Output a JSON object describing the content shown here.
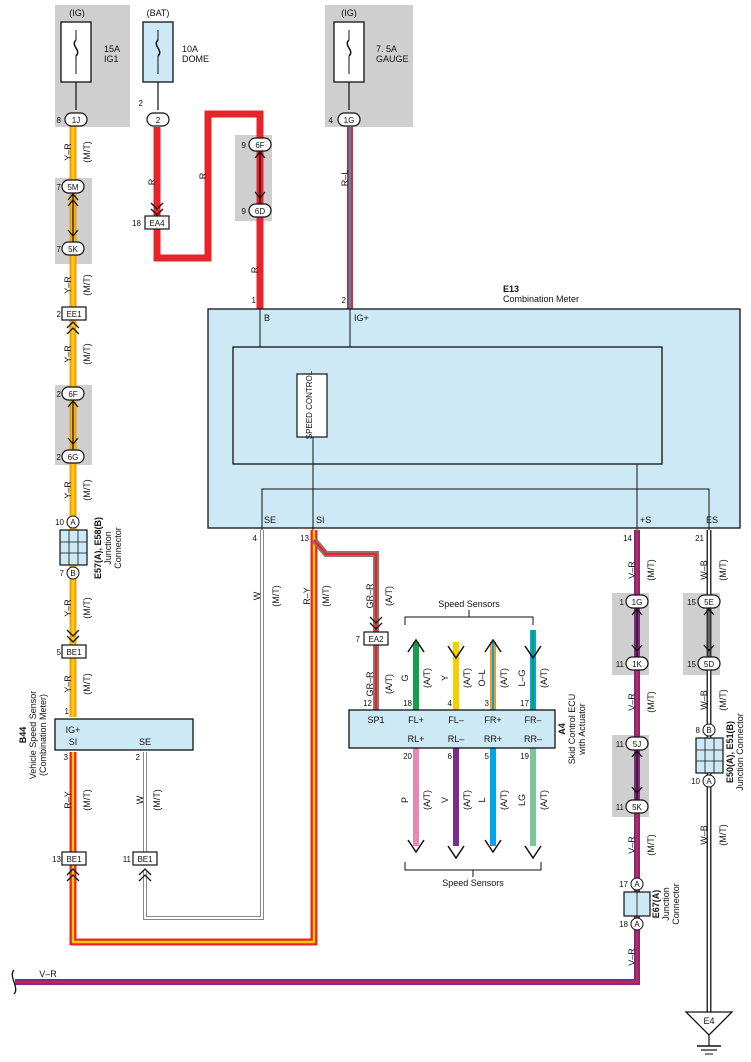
{
  "fuses": {
    "ig1": {
      "source": "(IG)",
      "rating": "15A",
      "name": "IG1",
      "pin": "8",
      "terminal": "1J"
    },
    "dome": {
      "source": "(BAT)",
      "rating": "10A",
      "name": "DOME",
      "pin": "2",
      "terminal": "2"
    },
    "gauge": {
      "source": "(IG)",
      "rating": "7. 5A",
      "name": "GAUGE",
      "pin": "4",
      "terminal": "1G"
    }
  },
  "left_chain": {
    "w1": {
      "color": "Y–R",
      "note": "(M/T)"
    },
    "c5m": {
      "pin": "7",
      "term": "5M"
    },
    "c5k": {
      "pin": "7",
      "term": "5K"
    },
    "w2": {
      "color": "Y–R",
      "note": "(M/T)"
    },
    "ee1": {
      "pin": "2",
      "term": "EE1"
    },
    "w3": {
      "color": "Y–R",
      "note": "(M/T)"
    },
    "c6f": {
      "pin": "2",
      "term": "6F"
    },
    "c6g": {
      "pin": "2",
      "term": "6G"
    },
    "w4": {
      "color": "Y–R",
      "note": "(M/T)"
    },
    "jc": {
      "pin_a": "10",
      "a": "A",
      "pin_b": "7",
      "b": "B",
      "id": "E57(A), E58(B)",
      "name1": "Junction",
      "name2": "Connector"
    },
    "w5": {
      "color": "Y–R",
      "note": "(M/T)"
    },
    "be1": {
      "pin": "5",
      "term": "BE1"
    },
    "w6": {
      "color": "Y–R",
      "note": "(M/T)"
    },
    "pin1": "1"
  },
  "dome_chain": {
    "w1": {
      "color": "R"
    },
    "ea4": {
      "pin": "18",
      "term": "EA4"
    },
    "w2": {
      "color": "R"
    },
    "c6f": {
      "pin": "9",
      "term": "6F"
    },
    "c6d": {
      "pin": "9",
      "term": "6D"
    },
    "w3": {
      "color": "R"
    }
  },
  "gauge_wire": {
    "color": "R–L"
  },
  "meter": {
    "id": "E13",
    "name": "Combination Meter",
    "pin_b": "1",
    "b": "B",
    "pin_ig": "2",
    "ig": "IG+",
    "speed_control": "SPEED CONTROL",
    "se": "SE",
    "si": "SI",
    "ps": "+S",
    "es": "ES",
    "pin_se": "4",
    "pin_si": "13",
    "pin_ps": "14",
    "pin_es": "21"
  },
  "meter_wires": {
    "se": {
      "color": "W",
      "note": "(M/T)"
    },
    "si": {
      "color": "R–Y",
      "note": "(M/T)"
    },
    "gr": {
      "color": "GR–R",
      "note": "(A/T)"
    }
  },
  "ea2": {
    "pin": "7",
    "term": "EA2"
  },
  "vss": {
    "id": "B44",
    "name1": "Vehicle Speed Sensor",
    "name2": "(Combination Meter)",
    "ig": "IG+",
    "si": "SI",
    "se": "SE",
    "pin_si": "3",
    "pin_se": "2"
  },
  "vss_wires": {
    "si": {
      "color": "R–Y",
      "note": "(M/T)"
    },
    "se": {
      "color": "W",
      "note": "(M/T)"
    }
  },
  "vss_conn": {
    "a": {
      "pin": "13",
      "term": "BE1"
    },
    "b": {
      "pin": "11",
      "term": "BE1"
    }
  },
  "ecu": {
    "id": "A4",
    "name1": "Skid Control ECU",
    "name2": "with Actuator",
    "top_pins": [
      {
        "term": "SP1",
        "pin": "12",
        "color": "GR–R",
        "note": "(A/T)"
      },
      {
        "term": "FL+",
        "pin": "18",
        "color": "G",
        "note": "(A/T)"
      },
      {
        "term": "FL–",
        "pin": "4",
        "color": "Y",
        "note": "(A/T)"
      },
      {
        "term": "FR+",
        "pin": "3",
        "color": "O–L",
        "note": "(A/T)"
      },
      {
        "term": "FR–",
        "pin": "17",
        "color": "L–G",
        "note": "(A/T)"
      }
    ],
    "bottom_pins": [
      {
        "term": "RL+",
        "pin": "20",
        "color": "P",
        "note": "(A/T)"
      },
      {
        "term": "RL–",
        "pin": "6",
        "color": "V",
        "note": "(A/T)"
      },
      {
        "term": "RR+",
        "pin": "5",
        "color": "L",
        "note": "(A/T)"
      },
      {
        "term": "RR–",
        "pin": "19",
        "color": "LG",
        "note": "(A/T)"
      }
    ],
    "speed_top": "Speed Sensors",
    "speed_bottom": "Speed Sensors"
  },
  "right_chain": {
    "w1": {
      "color": "V–R",
      "note": "(M/T)"
    },
    "c1g": {
      "pin": "1",
      "term": "1G"
    },
    "c1k": {
      "pin": "11",
      "term": "1K"
    },
    "w2": {
      "color": "V–R",
      "note": "(M/T)"
    },
    "c5j": {
      "pin": "11",
      "term": "5J"
    },
    "c5k": {
      "pin": "11",
      "term": "5K"
    },
    "w3": {
      "color": "V–R",
      "note": "(M/T)"
    },
    "jc": {
      "pin_a": "17",
      "a": "A",
      "pin_b": "18",
      "b": "A",
      "id": "E67(A)",
      "name1": "Junction",
      "name2": "Connector"
    },
    "w4": {
      "color": "V–R"
    }
  },
  "es_chain": {
    "w1": {
      "color": "W–B",
      "note": "(M/T)"
    },
    "c5e": {
      "pin": "15",
      "term": "5E"
    },
    "c5d": {
      "pin": "15",
      "term": "5D"
    },
    "w2": {
      "color": "W–B",
      "note": "(M/T)"
    },
    "jc": {
      "pin_b": "8",
      "b": "B",
      "pin_a": "10",
      "a": "A",
      "id": "E50(A), E51(B)",
      "name": "Junction Connector"
    },
    "w3": {
      "color": "W–B",
      "note": "(M/T)"
    },
    "ground": "E4"
  },
  "bottom_wire": {
    "color": "V–R"
  },
  "colors": {
    "red": "#e8242a",
    "yellow": "#f5d000",
    "orange": "#f39a1c",
    "violet": "#7a2c8e",
    "green": "#14a04a",
    "cyan": "#00a6e4",
    "pink": "#e986b8",
    "lightgreen": "#7cc59a",
    "box": "#cde9f6",
    "gray": "#cfcfcf"
  }
}
